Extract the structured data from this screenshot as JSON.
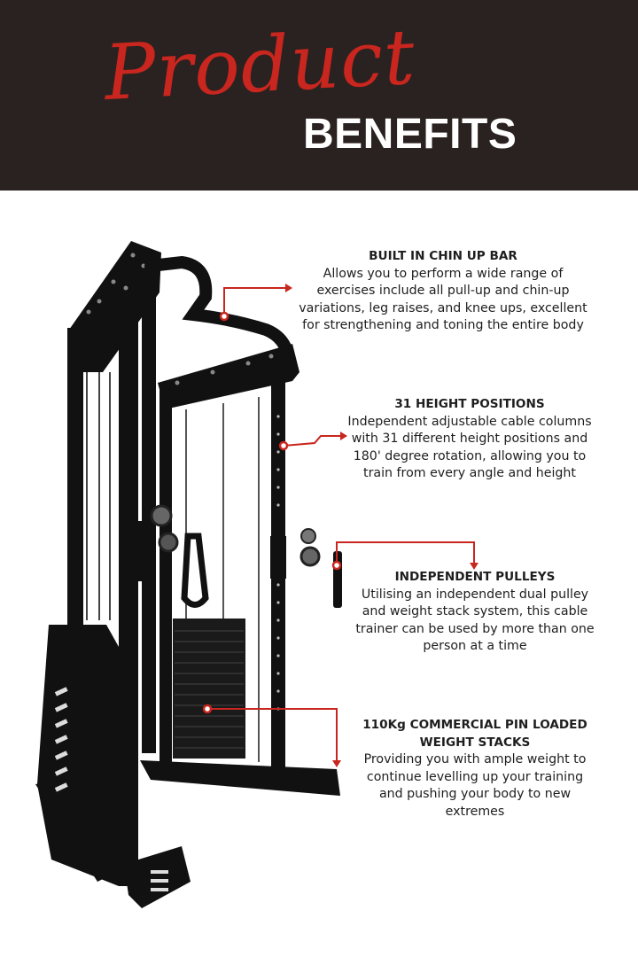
{
  "header": {
    "script_title": "Product",
    "bold_title": "BENEFITS"
  },
  "colors": {
    "banner_bg": "#2a2220",
    "accent_red": "#c8261e",
    "text": "#1e1e1e",
    "page_bg": "#ffffff"
  },
  "benefits": [
    {
      "title": "BUILT IN CHIN UP BAR",
      "body": "Allows you to perform a wide range of exercises include all pull-up and chin-up variations, leg raises, and knee ups, excellent for strengthening and toning the entire body"
    },
    {
      "title": "31 HEIGHT POSITIONS",
      "body": "Independent adjustable cable columns with 31 different height positions and 180' degree rotation, allowing you to train from every angle and height"
    },
    {
      "title": "INDEPENDENT PULLEYS",
      "body": "Utilising an independent dual pulley and weight stack system, this cable trainer can be used by more than one person at a time"
    },
    {
      "title": "110Kg COMMERCIAL PIN LOADED WEIGHT STACKS",
      "body": "Providing you with ample weight to continue levelling up your training and pushing your body to new extremes"
    }
  ]
}
